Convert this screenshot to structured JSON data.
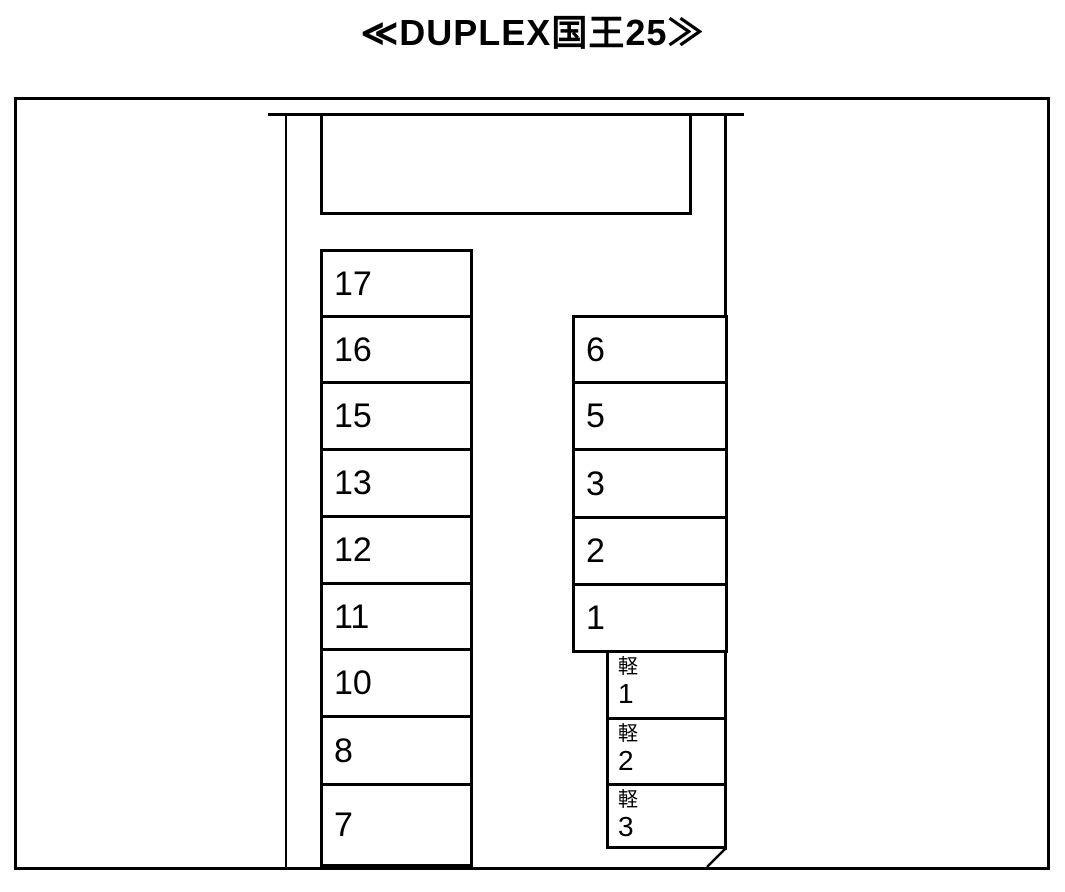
{
  "title": "≪DUPLEX国王25≫",
  "diagram": {
    "left_spaces": [
      "17",
      "16",
      "15",
      "13",
      "12",
      "11",
      "10",
      "8",
      "7"
    ],
    "right_spaces": [
      "6",
      "5",
      "3",
      "2",
      "1"
    ],
    "kei_spaces": [
      {
        "prefix": "軽",
        "number": "1"
      },
      {
        "prefix": "軽",
        "number": "2"
      },
      {
        "prefix": "軽",
        "number": "3"
      }
    ]
  },
  "colors": {
    "line": "#000000",
    "background": "#ffffff"
  }
}
